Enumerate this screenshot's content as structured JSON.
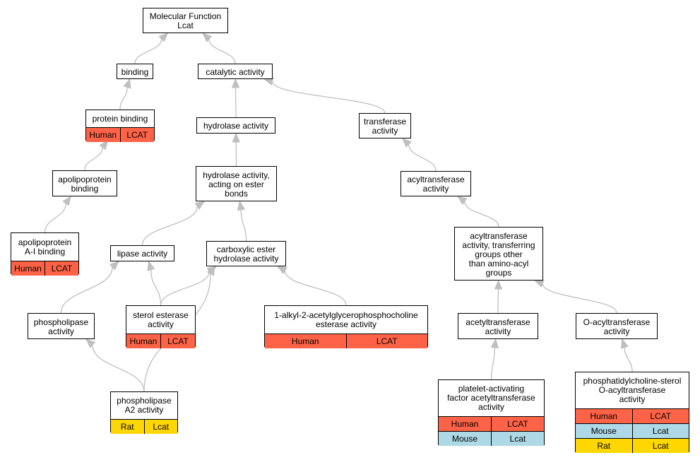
{
  "nodes": {
    "mf": {
      "label": "Molecular Function\nLcat"
    },
    "bind": {
      "label": "binding"
    },
    "cat": {
      "label": "catalytic activity"
    },
    "prot": {
      "label": "protein binding",
      "annotations": [
        [
          "Human",
          "LCAT"
        ]
      ]
    },
    "hyd": {
      "label": "hydrolase activity"
    },
    "trans": {
      "label": "transferase\nactivity"
    },
    "apob": {
      "label": "apolipoprotein\nbinding"
    },
    "hydester": {
      "label": "hydrolase activity,\nacting on ester\nbonds"
    },
    "acyl": {
      "label": "acyltransferase\nactivity"
    },
    "apoa": {
      "label": "apolipoprotein\nA-I binding",
      "annotations": [
        [
          "Human",
          "LCAT"
        ]
      ]
    },
    "lip": {
      "label": "lipase activity"
    },
    "carb": {
      "label": "carboxylic ester\nhydrolase activity"
    },
    "acylother": {
      "label": "acyltransferase\nactivity, transferring\ngroups other\nthan amino-acyl\ngroups"
    },
    "phos": {
      "label": "phospholipase\nactivity"
    },
    "sterol": {
      "label": "sterol esterase\nactivity",
      "annotations": [
        [
          "Human",
          "LCAT"
        ]
      ]
    },
    "alkyl": {
      "label": "1-alkyl-2-acetylglycerophosphocholine\nesterase activity",
      "annotations": [
        [
          "Human",
          "LCAT"
        ]
      ]
    },
    "acet": {
      "label": "acetyltransferase\nactivity"
    },
    "oacyl": {
      "label": "O-acyltransferase\nactivity"
    },
    "pla2": {
      "label": "phospholipase\nA2 activity",
      "annotations": [
        [
          "Rat",
          "Lcat"
        ]
      ]
    },
    "paf": {
      "label": "platelet-activating\nfactor acetyltransferase\nactivity",
      "annotations": [
        [
          "Human",
          "LCAT"
        ],
        [
          "Mouse",
          "Lcat"
        ]
      ]
    },
    "pcs": {
      "label": "phosphatidylcholine-sterol\nO-acyltransferase\nactivity",
      "annotations": [
        [
          "Human",
          "LCAT"
        ],
        [
          "Mouse",
          "Lcat"
        ],
        [
          "Rat",
          "Lcat"
        ]
      ]
    }
  },
  "colors": {
    "Human": "#ff6347",
    "Mouse": "#add8e6",
    "Rat": "#ffd700",
    "edge": "#bfbfbf"
  },
  "edges": [
    [
      "bind",
      "mf"
    ],
    [
      "cat",
      "mf"
    ],
    [
      "prot",
      "bind"
    ],
    [
      "hyd",
      "cat"
    ],
    [
      "trans",
      "cat"
    ],
    [
      "apob",
      "prot"
    ],
    [
      "hydester",
      "hyd"
    ],
    [
      "acyl",
      "trans"
    ],
    [
      "apoa",
      "apob"
    ],
    [
      "lip",
      "hydester"
    ],
    [
      "carb",
      "hydester"
    ],
    [
      "acylother",
      "acyl"
    ],
    [
      "phos",
      "lip"
    ],
    [
      "sterol",
      "lip"
    ],
    [
      "sterol",
      "carb"
    ],
    [
      "alkyl",
      "carb"
    ],
    [
      "acet",
      "acylother"
    ],
    [
      "oacyl",
      "acylother"
    ],
    [
      "pla2",
      "phos"
    ],
    [
      "pla2",
      "carb"
    ],
    [
      "paf",
      "acet"
    ],
    [
      "pcs",
      "oacyl"
    ]
  ]
}
